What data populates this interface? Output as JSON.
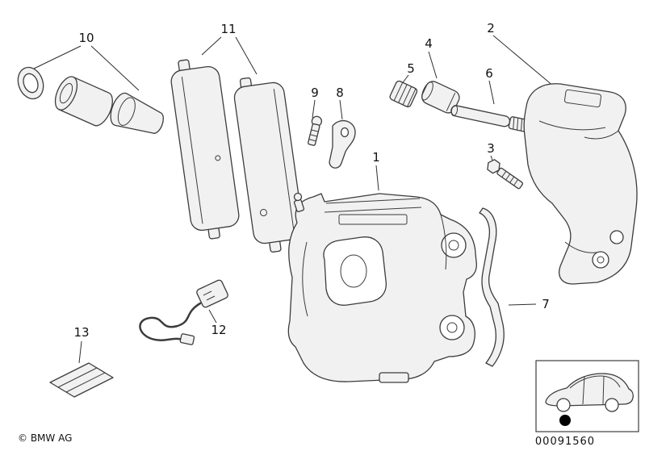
{
  "page": {
    "background": "#ffffff",
    "line_color": "#3c3c3c"
  },
  "diagram": {
    "callouts": [
      {
        "part": 1,
        "label": "1"
      },
      {
        "part": 2,
        "label": "2"
      },
      {
        "part": 3,
        "label": "3"
      },
      {
        "part": 4,
        "label": "4"
      },
      {
        "part": 5,
        "label": "5"
      },
      {
        "part": 6,
        "label": "6"
      },
      {
        "part": 7,
        "label": "7"
      },
      {
        "part": 8,
        "label": "8"
      },
      {
        "part": 9,
        "label": "9"
      },
      {
        "part": 10,
        "label": "10"
      },
      {
        "part": 11,
        "label": "11"
      },
      {
        "part": 12,
        "label": "12"
      },
      {
        "part": 13,
        "label": "13"
      }
    ]
  },
  "footer": {
    "copyright": "© BMW AG",
    "drawing_number": "00091560"
  }
}
